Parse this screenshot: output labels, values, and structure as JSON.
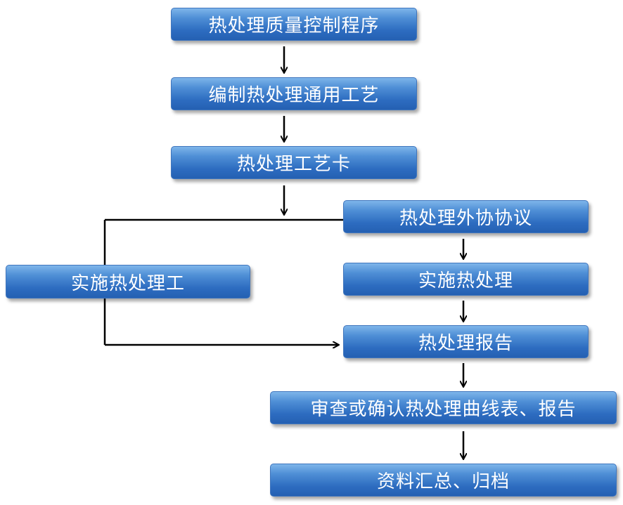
{
  "diagram": {
    "nodes": [
      {
        "id": "b1",
        "label": "热处理质量控制程序"
      },
      {
        "id": "b2",
        "label": "编制热处理通用工艺"
      },
      {
        "id": "b3",
        "label": "热处理工艺卡"
      },
      {
        "id": "b4",
        "label": "热处理外协协议"
      },
      {
        "id": "b5",
        "label": "实施热处理"
      },
      {
        "id": "b6",
        "label": "热处理报告"
      },
      {
        "id": "b7",
        "label": "实施热处理工"
      },
      {
        "id": "b8",
        "label": "审查或确认热处理曲线表、报告"
      },
      {
        "id": "b9",
        "label": "资料汇总、归档"
      }
    ],
    "colors": {
      "box_top": "#7eb5ea",
      "box_bottom": "#2460b2",
      "box_text": "#ffffff",
      "connector": "#000000"
    }
  }
}
